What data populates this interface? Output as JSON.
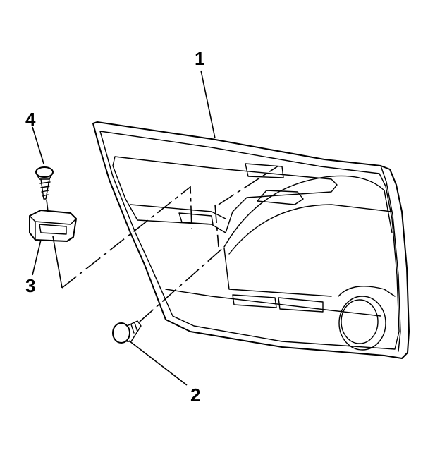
{
  "callouts": {
    "door_trim_panel": "1",
    "panel_screw": "2",
    "screw_retainer": "3",
    "retainer_screw": "4"
  },
  "colors": {
    "line": "#000000",
    "panel_fill": "#ffffff",
    "background": "#ffffff"
  }
}
